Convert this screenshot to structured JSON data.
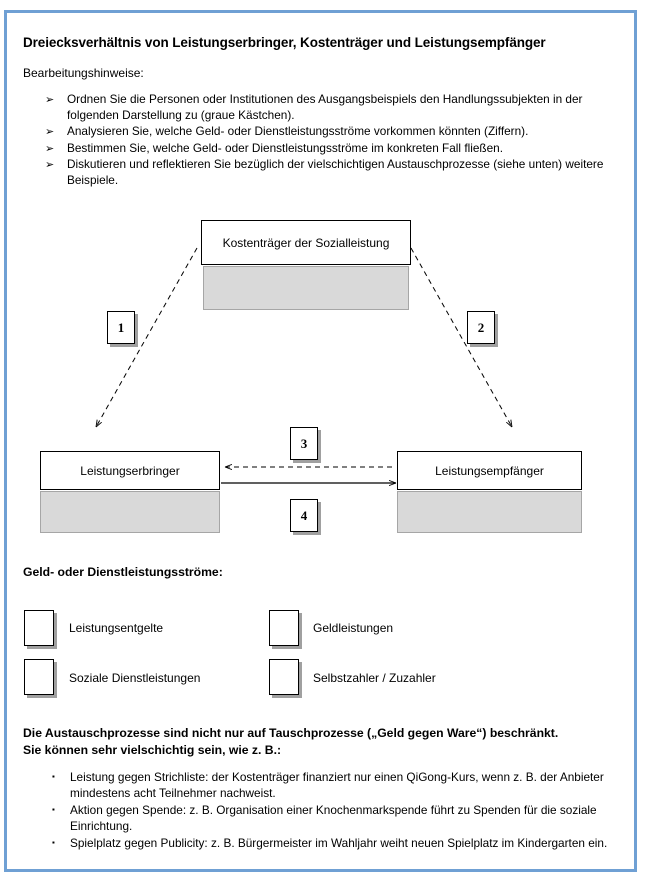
{
  "document": {
    "title": "Dreiecksverhältnis von Leistungserbringer, Kostenträger und Leistungsempfänger",
    "subtitle": "Bearbeitungshinweise:",
    "frame_color": "#6fa0d4"
  },
  "instructions": {
    "bullet_glyph": "➢",
    "items": [
      "Ordnen Sie die Personen oder Institutionen des Ausgangsbeispiels den Handlungssubjekten in der folgenden Darstellung zu (graue Kästchen).",
      "Analysieren Sie, welche Geld- oder Dienstleistungsströme vorkommen könnten (Ziffern).",
      "Bestimmen Sie, welche Geld- oder Dienstleistungsströme im konkreten Fall fließen.",
      "Diskutieren und reflektieren Sie bezüglich der vielschichtigen Austauschprozesse (siehe unten) weitere Beispiele."
    ]
  },
  "diagram": {
    "nodes": [
      {
        "id": "kostentraeger",
        "label": "Kostenträger der Sozialleistung"
      },
      {
        "id": "leistungserbringer",
        "label": "Leistungserbringer"
      },
      {
        "id": "leistungsempfaenger",
        "label": "Leistungsempfänger"
      }
    ],
    "answer_boxes": [
      {
        "id": "kostentraeger-answer",
        "value": ""
      },
      {
        "id": "leistungserbringer-answer",
        "value": ""
      },
      {
        "id": "leistungsempfaenger-answer",
        "value": ""
      }
    ],
    "flow_labels": [
      {
        "id": "flow-1",
        "number": "1"
      },
      {
        "id": "flow-2",
        "number": "2"
      },
      {
        "id": "flow-3",
        "number": "3"
      },
      {
        "id": "flow-4",
        "number": "4"
      }
    ],
    "arrows": [
      {
        "id": "arrow-1",
        "from": "kostentraeger",
        "to": "leistungserbringer",
        "style": "dashed"
      },
      {
        "id": "arrow-2",
        "from": "kostentraeger",
        "to": "leistungsempfaenger",
        "style": "dashed"
      },
      {
        "id": "arrow-3",
        "from": "leistungsempfaenger",
        "to": "leistungserbringer",
        "style": "dashed"
      },
      {
        "id": "arrow-4",
        "from": "leistungserbringer",
        "to": "leistungsempfaenger",
        "style": "solid"
      }
    ]
  },
  "legend": {
    "heading": "Geld- oder Dienstleistungsströme:",
    "items": [
      {
        "id": "leistungsentgelte",
        "label": "Leistungsentgelte",
        "value": ""
      },
      {
        "id": "geldleistungen",
        "label": "Geldleistungen",
        "value": ""
      },
      {
        "id": "soziale-dienstleistungen",
        "label": "Soziale Dienstleistungen",
        "value": ""
      },
      {
        "id": "selbstzahler-zuzahler",
        "label": "Selbstzahler / Zuzahler",
        "value": ""
      }
    ]
  },
  "conclusion": {
    "heading_line1": "Die Austauschprozesse  sind nicht nur auf Tauschprozesse („Geld gegen Ware“) beschränkt.",
    "heading_line2": "Sie können sehr vielschichtig sein, wie z. B.:",
    "bullet_glyph": "▪",
    "items": [
      "Leistung gegen Strichliste: der Kostenträger finanziert nur einen QiGong-Kurs, wenn z. B. der Anbieter mindestens acht Teilnehmer nachweist.",
      "Aktion gegen Spende: z. B. Organisation einer Knochenmarkspende führt zu Spenden für die soziale Einrichtung.",
      "Spielplatz gegen Publicity: z. B. Bürgermeister im Wahljahr weiht neuen Spielplatz im Kindergarten ein."
    ]
  }
}
